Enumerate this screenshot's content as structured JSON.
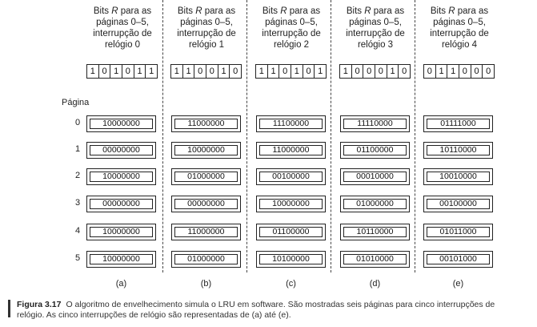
{
  "row_header": "Página",
  "rows": [
    "0",
    "1",
    "2",
    "3",
    "4",
    "5"
  ],
  "columns": [
    {
      "header": [
        "Bits ",
        "R",
        " para as",
        "páginas 0–5,",
        "interrupção de",
        "relógio 0"
      ],
      "bits": [
        "1",
        "0",
        "1",
        "0",
        "1",
        "1"
      ],
      "cells": [
        "10000000",
        "00000000",
        "10000000",
        "00000000",
        "10000000",
        "10000000"
      ],
      "label": "(a)"
    },
    {
      "header": [
        "Bits ",
        "R",
        " para as",
        "páginas 0–5,",
        "interrupção de",
        "relógio 1"
      ],
      "bits": [
        "1",
        "1",
        "0",
        "0",
        "1",
        "0"
      ],
      "cells": [
        "11000000",
        "10000000",
        "01000000",
        "00000000",
        "11000000",
        "01000000"
      ],
      "label": "(b)"
    },
    {
      "header": [
        "Bits ",
        "R",
        " para as",
        "páginas 0–5,",
        "interrupção de",
        "relógio 2"
      ],
      "bits": [
        "1",
        "1",
        "0",
        "1",
        "0",
        "1"
      ],
      "cells": [
        "11100000",
        "11000000",
        "00100000",
        "10000000",
        "01100000",
        "10100000"
      ],
      "label": "(c)"
    },
    {
      "header": [
        "Bits ",
        "R",
        " para as",
        "páginas 0–5,",
        "interrupção de",
        "relógio 3"
      ],
      "bits": [
        "1",
        "0",
        "0",
        "0",
        "1",
        "0"
      ],
      "cells": [
        "11110000",
        "01100000",
        "00010000",
        "01000000",
        "10110000",
        "01010000"
      ],
      "label": "(d)"
    },
    {
      "header": [
        "Bits ",
        "R",
        " para as",
        "páginas 0–5,",
        "interrupção de",
        "relógio 4"
      ],
      "bits": [
        "0",
        "1",
        "1",
        "0",
        "0",
        "0"
      ],
      "cells": [
        "01111000",
        "10110000",
        "10010000",
        "00100000",
        "01011000",
        "00101000"
      ],
      "label": "(e)"
    }
  ],
  "caption": {
    "label": "Figura 3.17",
    "line1": "O algoritmo de envelhecimento simula o LRU em software. São mostradas seis páginas para cinco interrupções de",
    "line2": "relógio. As cinco interrupções de relógio são representadas de (a) até (e)."
  }
}
